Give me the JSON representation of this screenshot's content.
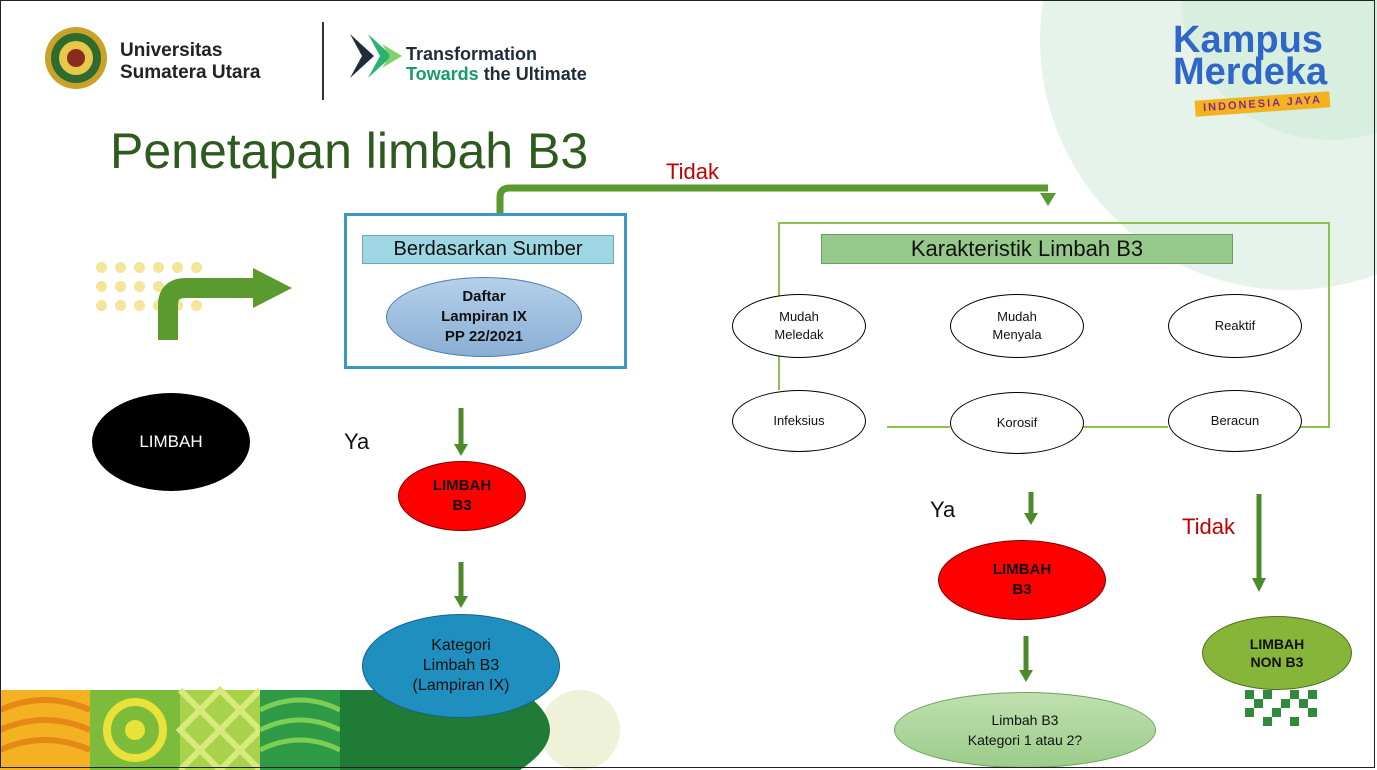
{
  "header": {
    "university_line1": "Universitas",
    "university_line2": "Sumatera Utara",
    "tagline_line1": "Transformation",
    "tagline_line2_accent": "Towards",
    "tagline_line2_rest": " the Ultimate",
    "kampus_line1": "Kampus",
    "kampus_line2": "Merdeka",
    "kampus_ribbon": "INDONESIA JAYA"
  },
  "title": "Penetapan limbah B3",
  "flow": {
    "limbah": "LIMBAH",
    "tidak_top": "Tidak",
    "sumber": {
      "label": "Berdasarkan Sumber",
      "daftar_line1": "Daftar",
      "daftar_line2": "Lampiran IX",
      "daftar_line3": "PP 22/2021"
    },
    "ya_left": "Ya",
    "limbah_b3_left_line1": "LIMBAH",
    "limbah_b3_left_line2": "B3",
    "kategori_line1": "Kategori",
    "kategori_line2": "Limbah B3",
    "kategori_line3": "(Lampiran IX)",
    "karakteristik": {
      "label": "Karakteristik Limbah B3",
      "mudah_meledak_line1": "Mudah",
      "mudah_meledak_line2": "Meledak",
      "mudah_menyala_line1": "Mudah",
      "mudah_menyala_line2": "Menyala",
      "reaktif": "Reaktif",
      "infeksius": "Infeksius",
      "korosif": "Korosif",
      "beracun": "Beracun"
    },
    "ya_right": "Ya",
    "tidak_right": "Tidak",
    "limbah_b3_right_line1": "LIMBAH",
    "limbah_b3_right_line2": "B3",
    "non_b3_line1": "LIMBAH",
    "non_b3_line2": "NON B3",
    "kategori_12_line1": "Limbah B3",
    "kategori_12_line2": "Kategori 1 atau 2?"
  },
  "colors": {
    "title_green": "#2f5a1f",
    "arrow_green": "#4e8a2b",
    "red": "#ff0000",
    "tidak_red": "#c00000",
    "sumber_border": "#3c98c2",
    "karakteristik_border": "#8cc14b"
  }
}
